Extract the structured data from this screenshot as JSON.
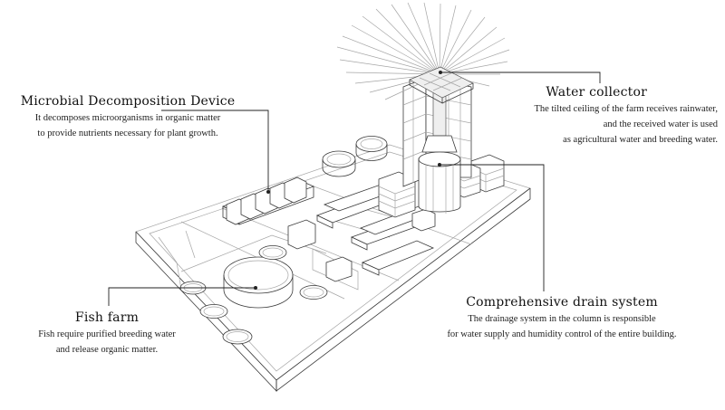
{
  "labels": {
    "microbial": {
      "title": "Microbial Decomposition Device",
      "lines": [
        "It decomposes microorganisms in organic matter",
        "to provide nutrients necessary for plant growth."
      ]
    },
    "water": {
      "title": "Water collector",
      "lines": [
        "The tilted ceiling of the farm receives rainwater,",
        "and the received water is used",
        "as agricultural water and breeding water."
      ]
    },
    "drain": {
      "title": "Comprehensive drain system",
      "lines": [
        "The drainage system in the column is responsible",
        "for water supply and humidity control of the entire building."
      ]
    },
    "fish": {
      "title": "Fish farm",
      "lines": [
        "Fish require purified breeding water",
        "and release organic matter."
      ]
    }
  },
  "colors": {
    "line": "#333333",
    "light_line": "#9a9a9a",
    "fill": "#ffffff",
    "shade": "#ececec"
  }
}
